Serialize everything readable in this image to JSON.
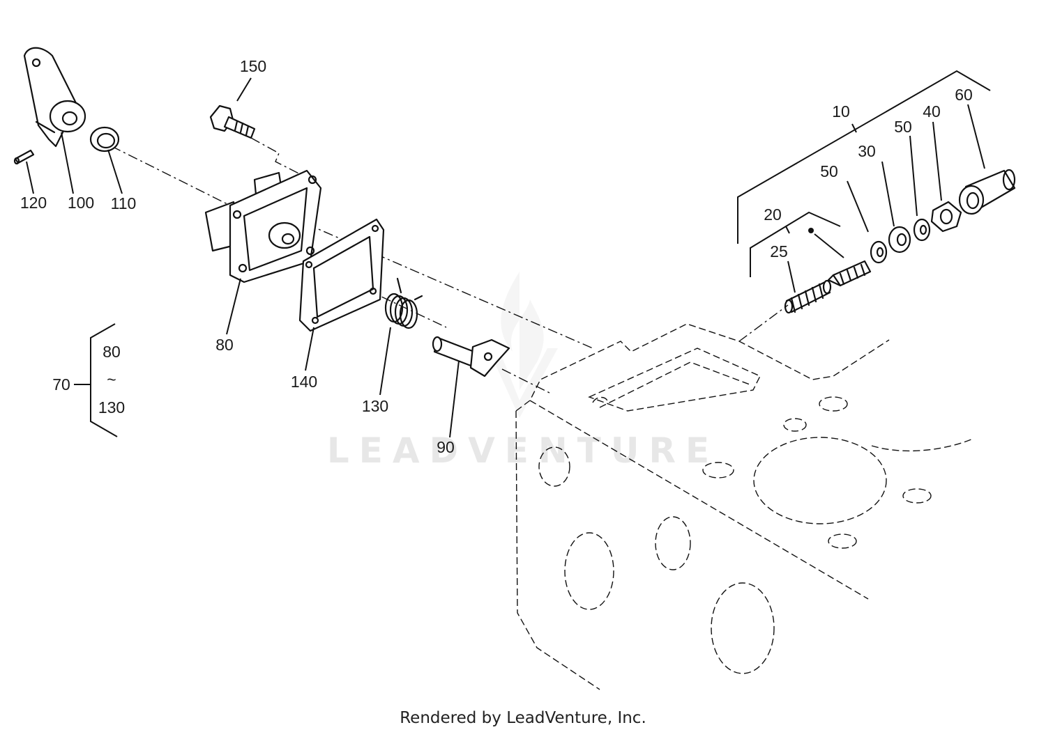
{
  "callouts": {
    "c150": "150",
    "c120": "120",
    "c100": "100",
    "c110": "110",
    "c80": "80",
    "c140": "140",
    "c130": "130",
    "c90": "90",
    "c10": "10",
    "c20": "20",
    "c25": "25",
    "c50a": "50",
    "c30": "30",
    "c50b": "50",
    "c40": "40",
    "c60": "60"
  },
  "assembly_group": {
    "parent": "70",
    "from": "80",
    "range_symbol": "~",
    "to": "130"
  },
  "watermark": "LEADVENTURE",
  "footer": "Rendered by LeadVenture, Inc."
}
